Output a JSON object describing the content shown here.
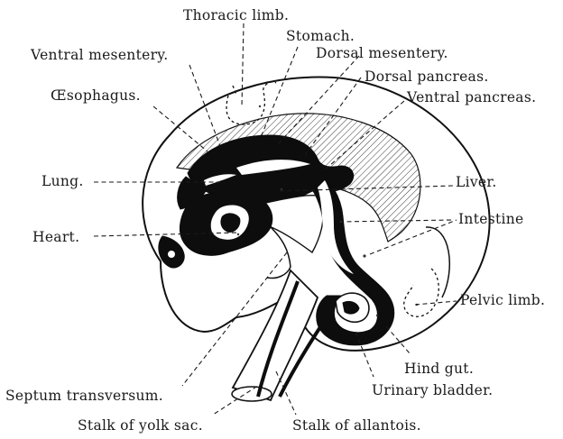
{
  "labels": {
    "thoracic_limb": "Thoracic limb.",
    "stomach": "Stomach.",
    "ventral_mesentery": "Ventral mesentery.",
    "dorsal_mesentery": "Dorsal mesentery.",
    "dorsal_pancreas": "Dorsal pancreas.",
    "ventral_pancreas": "Ventral pancreas.",
    "oesophagus": "Œsophagus.",
    "lung": "Lung.",
    "liver": "Liver.",
    "heart": "Heart.",
    "intestine": "Intestine",
    "pelvic_limb": "Pelvic limb.",
    "hind_gut": "Hind gut.",
    "urinary_bladder": "Urinary bladder.",
    "septum_transversum": "Septum transversum.",
    "stalk_yolk_sac": "Stalk of yolk sac.",
    "stalk_allantois": "Stalk of allantois."
  }
}
